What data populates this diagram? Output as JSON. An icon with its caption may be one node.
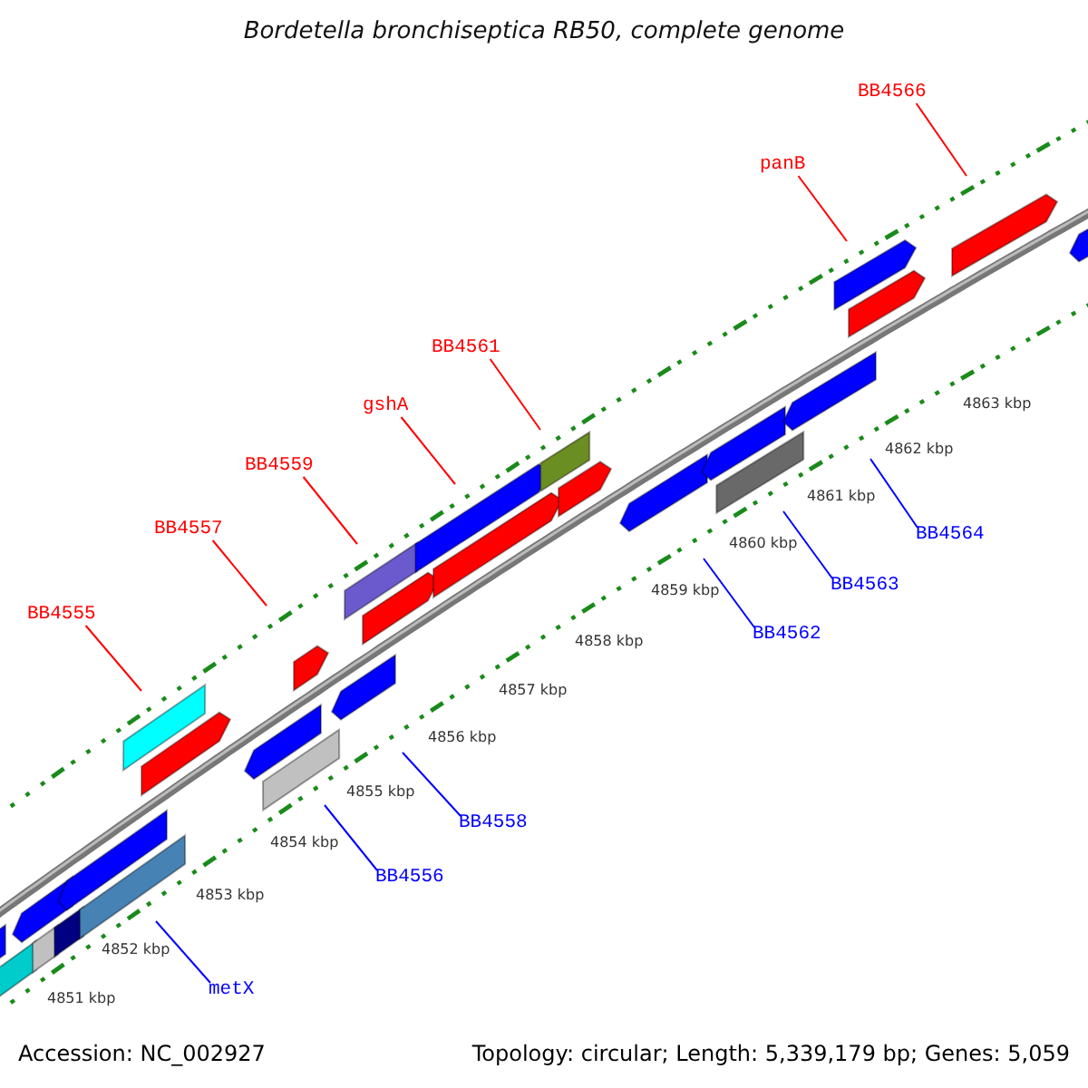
{
  "diagram": {
    "title": "Bordetella bronchiseptica RB50, complete genome",
    "nodes": [
      {
        "text": [
          "BB4566"
        ]
      },
      {
        "text": [
          "panB"
        ]
      },
      {
        "text": [
          "BB4561"
        ]
      },
      {
        "text": [
          "gshA"
        ]
      },
      {
        "text": [
          "BB4559"
        ]
      },
      {
        "text": [
          "BB4557"
        ]
      },
      {
        "text": [
          "BB4564"
        ]
      },
      {
        "text": [
          "BB4563"
        ]
      },
      {
        "text": [
          "BB4555"
        ]
      },
      {
        "text": [
          "BB4562"
        ]
      },
      {
        "text": [
          "BB4558"
        ]
      },
      {
        "text": [
          "BB4556"
        ]
      },
      {
        "text": [
          "metX"
        ]
      }
    ],
    "edges": [
      {
        "from": 0,
        "to": null,
        "arrow": "none"
      },
      {
        "from": 1,
        "to": null,
        "arrow": "none"
      },
      {
        "from": 2,
        "to": null,
        "arrow": "none"
      },
      {
        "from": 3,
        "to": null,
        "arrow": "none"
      },
      {
        "from": 4,
        "to": null,
        "arrow": "none"
      },
      {
        "from": 5,
        "to": null,
        "arrow": "none"
      },
      {
        "from": 6,
        "to": null,
        "arrow": "none",
        "color": "#0000ff"
      },
      {
        "from": 7,
        "to": null,
        "arrow": "none",
        "color": "#0000ff"
      },
      {
        "from": 8,
        "to": null,
        "arrow": "none"
      },
      {
        "from": 9,
        "to": null,
        "arrow": "none",
        "color": "#0000ff"
      },
      {
        "from": 10,
        "to": null,
        "arrow": "none",
        "color": "#0000ff"
      },
      {
        "from": 11,
        "to": null,
        "arrow": "none",
        "color": "#0000ff"
      },
      {
        "from": 12,
        "to": null,
        "arrow": "none",
        "color": "#0000ff"
      }
    ],
    "labels": [
      "4863 kbp",
      "4862 kbp",
      "4861 kbp",
      "4860 kbp",
      "4859 kbp",
      "4858 kbp",
      "4857 kbp",
      "4856 kbp",
      "4855 kbp",
      "4854 kbp",
      "4853 kbp",
      "4852 kbp",
      "4851 kbp",
      "Accession: NC_002927",
      "Topology: circular; Length: 5,339,179 bp; Genes: 5,059"
    ]
  }
}
